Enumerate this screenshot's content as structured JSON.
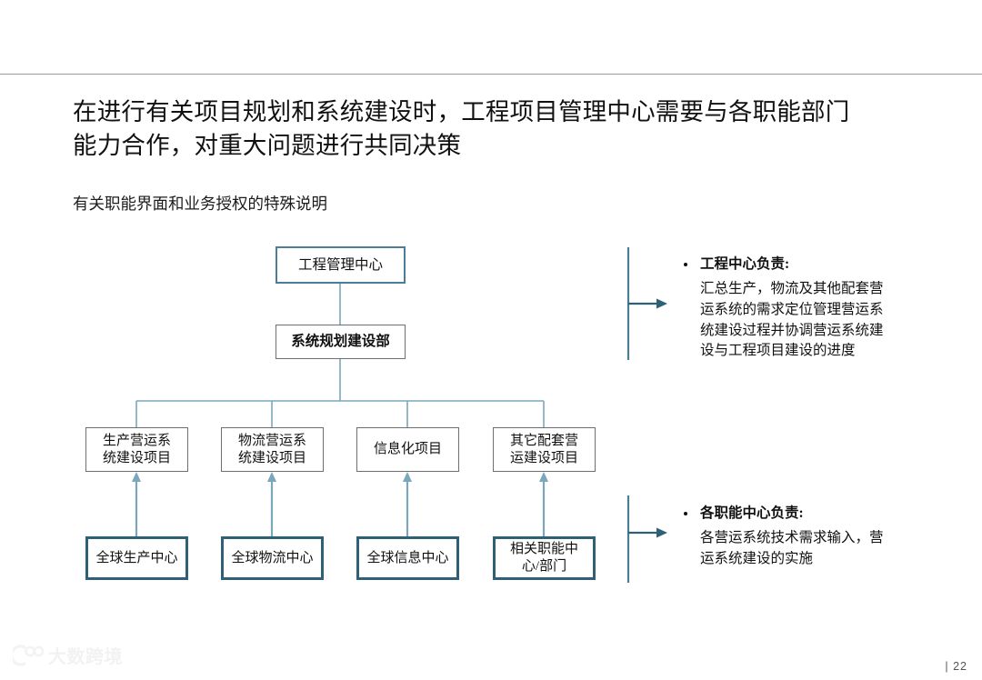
{
  "slide": {
    "title": "在进行有关项目规划和系统建设时，工程项目管理中心需要与各职能部门\n能力合作，对重大问题进行共同决策",
    "subtitle": "有关职能界面和业务授权的特殊说明",
    "page_number": "| 22"
  },
  "watermark": {
    "text": "大数跨境",
    "logo_icon": "face-logo-icon"
  },
  "diagram": {
    "root": {
      "label": "工程管理中心"
    },
    "department": {
      "label": "系统规划建设部"
    },
    "projects": [
      {
        "label": "生产营运系\n统建设项目"
      },
      {
        "label": "物流营运系\n统建设项目"
      },
      {
        "label": "信息化项目"
      },
      {
        "label": "其它配套营\n运建设项目"
      }
    ],
    "centers": [
      {
        "label": "全球生产中心"
      },
      {
        "label": "全球物流中心"
      },
      {
        "label": "全球信息中心"
      },
      {
        "label": "相关职能中\n心/部门"
      }
    ]
  },
  "annotations": [
    {
      "heading": "工程中心负责:",
      "body": "汇总生产，物流及其他配套营\n运系统的需求定位管理营运系\n统建设过程并协调营运系统建\n设与工程项目建设的进度",
      "arrow_icon": "bracket-arrow-right-icon"
    },
    {
      "heading": "各职能中心负责:",
      "body": "各营运系统技术需求输入，营\n运系统建设的实施",
      "arrow_icon": "bracket-arrow-right-icon"
    }
  ],
  "colors": {
    "root_border": "#4c7d96",
    "center_border": "#2f6078",
    "box_border": "#6f6f6f",
    "connector": "#7ba7bb",
    "bracket": "#2f6078",
    "rule": "#9a9a9a"
  }
}
